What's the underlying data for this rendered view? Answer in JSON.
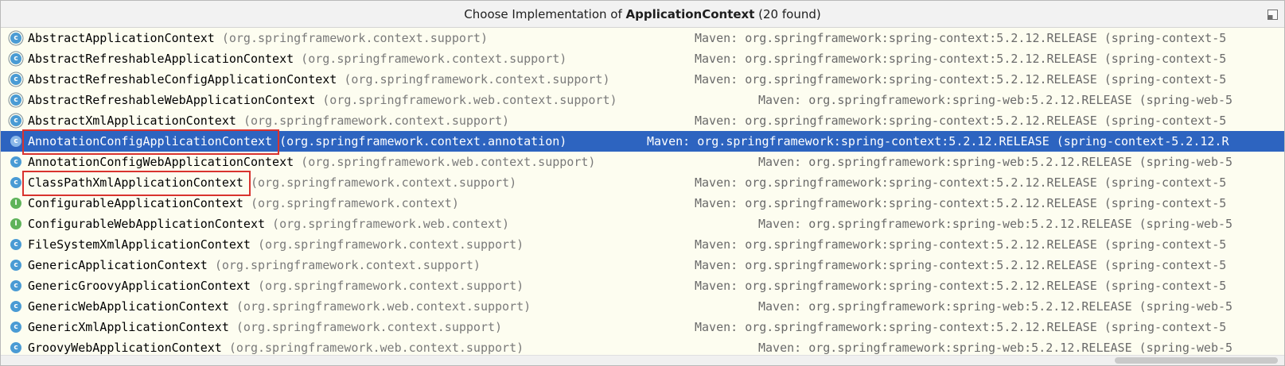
{
  "header": {
    "title_prefix": "Choose Implementation of ",
    "title_bold": "ApplicationContext",
    "title_suffix": " (20 found)",
    "pin_icon": "pin-window-icon"
  },
  "colors": {
    "selection": "#2d64c0",
    "highlight_box": "#d9332e",
    "class_icon": "#4a9bd4",
    "interface_icon": "#5fb35a",
    "background": "#fdfdf0"
  },
  "rows": [
    {
      "name": "AbstractApplicationContext",
      "pkg": "(org.springframework.context.support)",
      "lib": "Maven: org.springframework:spring-context:5.2.12.RELEASE (spring-context-5",
      "icon": "abstract-class-icon",
      "kind": "ctx"
    },
    {
      "name": "AbstractRefreshableApplicationContext",
      "pkg": "(org.springframework.context.support)",
      "lib": "Maven: org.springframework:spring-context:5.2.12.RELEASE (spring-context-5",
      "icon": "abstract-class-icon",
      "kind": "ctx"
    },
    {
      "name": "AbstractRefreshableConfigApplicationContext",
      "pkg": "(org.springframework.context.support)",
      "lib": "Maven: org.springframework:spring-context:5.2.12.RELEASE (spring-context-5",
      "icon": "abstract-class-icon",
      "kind": "ctx"
    },
    {
      "name": "AbstractRefreshableWebApplicationContext",
      "pkg": "(org.springframework.web.context.support)",
      "lib": "Maven: org.springframework:spring-web:5.2.12.RELEASE (spring-web-5",
      "icon": "abstract-class-icon",
      "kind": "web"
    },
    {
      "name": "AbstractXmlApplicationContext",
      "pkg": "(org.springframework.context.support)",
      "lib": "Maven: org.springframework:spring-context:5.2.12.RELEASE (spring-context-5",
      "icon": "abstract-class-icon",
      "kind": "ctx"
    },
    {
      "name": "AnnotationConfigApplicationContext",
      "pkg": "(org.springframework.context.annotation)",
      "lib": "Maven: org.springframework:spring-context:5.2.12.RELEASE (spring-context-5.2.12.R",
      "icon": "class-icon",
      "kind": "ctx",
      "selected": true,
      "boxed": true
    },
    {
      "name": "AnnotationConfigWebApplicationContext",
      "pkg": "(org.springframework.web.context.support)",
      "lib": "Maven: org.springframework:spring-web:5.2.12.RELEASE (spring-web-5",
      "icon": "class-icon",
      "kind": "web"
    },
    {
      "name": "ClassPathXmlApplicationContext",
      "pkg": "(org.springframework.context.support)",
      "lib": "Maven: org.springframework:spring-context:5.2.12.RELEASE (spring-context-5",
      "icon": "class-icon",
      "kind": "ctx",
      "boxed": true
    },
    {
      "name": "ConfigurableApplicationContext",
      "pkg": "(org.springframework.context)",
      "lib": "Maven: org.springframework:spring-context:5.2.12.RELEASE (spring-context-5",
      "icon": "interface-icon",
      "kind": "ctx"
    },
    {
      "name": "ConfigurableWebApplicationContext",
      "pkg": "(org.springframework.web.context)",
      "lib": "Maven: org.springframework:spring-web:5.2.12.RELEASE (spring-web-5",
      "icon": "interface-icon",
      "kind": "web"
    },
    {
      "name": "FileSystemXmlApplicationContext",
      "pkg": "(org.springframework.context.support)",
      "lib": "Maven: org.springframework:spring-context:5.2.12.RELEASE (spring-context-5",
      "icon": "class-icon",
      "kind": "ctx"
    },
    {
      "name": "GenericApplicationContext",
      "pkg": "(org.springframework.context.support)",
      "lib": "Maven: org.springframework:spring-context:5.2.12.RELEASE (spring-context-5",
      "icon": "class-icon",
      "kind": "ctx"
    },
    {
      "name": "GenericGroovyApplicationContext",
      "pkg": "(org.springframework.context.support)",
      "lib": "Maven: org.springframework:spring-context:5.2.12.RELEASE (spring-context-5",
      "icon": "class-icon",
      "kind": "ctx"
    },
    {
      "name": "GenericWebApplicationContext",
      "pkg": "(org.springframework.web.context.support)",
      "lib": "Maven: org.springframework:spring-web:5.2.12.RELEASE (spring-web-5",
      "icon": "class-icon",
      "kind": "web"
    },
    {
      "name": "GenericXmlApplicationContext",
      "pkg": "(org.springframework.context.support)",
      "lib": "Maven: org.springframework:spring-context:5.2.12.RELEASE (spring-context-5",
      "icon": "class-icon",
      "kind": "ctx"
    },
    {
      "name": "GroovyWebApplicationContext",
      "pkg": "(org.springframework.web.context.support)",
      "lib": "Maven: org.springframework:spring-web:5.2.12.RELEASE (spring-web-5",
      "icon": "class-icon",
      "kind": "web"
    }
  ]
}
